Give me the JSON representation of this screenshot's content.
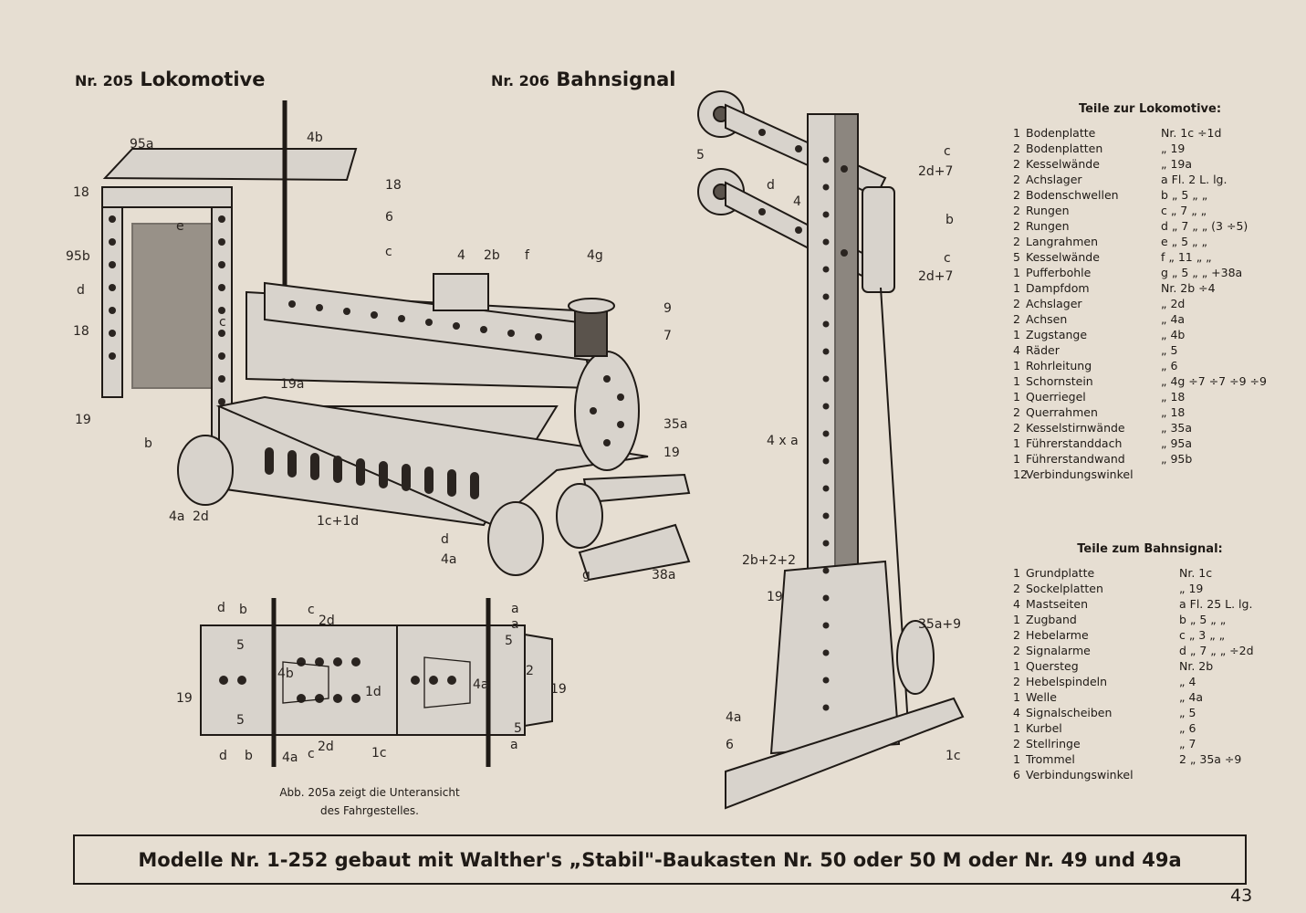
{
  "titles": {
    "loco_nr": "Nr. 205",
    "loco_name": "Lokomotive",
    "signal_nr": "Nr. 206",
    "signal_name": "Bahnsignal"
  },
  "loco_labels": [
    "95a",
    "4b",
    "18",
    "18",
    "6",
    "c",
    "95b",
    "e",
    "d",
    "18",
    "c",
    "19a",
    "4",
    "2b",
    "f",
    "4g",
    "9",
    "7",
    "19",
    "b",
    "35a",
    "19",
    "4a",
    "2d",
    "1c+1d",
    "d",
    "4a",
    "g",
    "38a"
  ],
  "underside_labels": [
    "d",
    "b",
    "c",
    "2d",
    "a",
    "5",
    "5",
    "4b",
    "1d",
    "2",
    "4a",
    "19",
    "19",
    "5",
    "d",
    "b",
    "4a",
    "c",
    "2d",
    "1c",
    "a",
    "5",
    "a"
  ],
  "signal_labels": [
    "5",
    "d",
    "4",
    "c",
    "2d+7",
    "b",
    "c",
    "2d+7",
    "4 x a",
    "2b+2+2",
    "19",
    "35a+9",
    "4a",
    "6",
    "1c"
  ],
  "caption": {
    "line1": "Abb. 205a zeigt die Unteransicht",
    "line2": "des Fahrgestelles."
  },
  "loco_parts": {
    "heading": "Teile zur Lokomotive:",
    "rows": [
      {
        "qty": "1",
        "name": "Bodenplatte",
        "spec": "Nr. 1c ÷1d"
      },
      {
        "qty": "2",
        "name": "Bodenplatten",
        "spec": "„ 19"
      },
      {
        "qty": "2",
        "name": "Kesselwände",
        "spec": "„ 19a"
      },
      {
        "qty": "2",
        "name": "Achslager",
        "spec": "a Fl. 2 L. lg."
      },
      {
        "qty": "2",
        "name": "Bodenschwellen",
        "spec": "b „ 5 „ „"
      },
      {
        "qty": "2",
        "name": "Rungen",
        "spec": "c „ 7 „ „"
      },
      {
        "qty": "2",
        "name": "Rungen",
        "spec": "d „ 7 „ „ (3 ÷5)"
      },
      {
        "qty": "2",
        "name": "Langrahmen",
        "spec": "e „ 5 „ „"
      },
      {
        "qty": "5",
        "name": "Kesselwände",
        "spec": "f „ 11 „ „"
      },
      {
        "qty": "1",
        "name": "Pufferbohle",
        "spec": "g „ 5 „ „ +38a"
      },
      {
        "qty": "1",
        "name": "Dampfdom",
        "spec": "Nr. 2b ÷4"
      },
      {
        "qty": "2",
        "name": "Achslager",
        "spec": "„ 2d"
      },
      {
        "qty": "2",
        "name": "Achsen",
        "spec": "„ 4a"
      },
      {
        "qty": "1",
        "name": "Zugstange",
        "spec": "„ 4b"
      },
      {
        "qty": "4",
        "name": "Räder",
        "spec": "„ 5"
      },
      {
        "qty": "1",
        "name": "Rohrleitung",
        "spec": "„ 6"
      },
      {
        "qty": "1",
        "name": "Schornstein",
        "spec": "„ 4g ÷7 ÷7 ÷9 ÷9"
      },
      {
        "qty": "1",
        "name": "Querriegel",
        "spec": "„ 18"
      },
      {
        "qty": "2",
        "name": "Querrahmen",
        "spec": "„ 18"
      },
      {
        "qty": "2",
        "name": "Kesselstirnwände",
        "spec": "„ 35a"
      },
      {
        "qty": "1",
        "name": "Führerstanddach",
        "spec": "„ 95a"
      },
      {
        "qty": "1",
        "name": "Führerstandwand",
        "spec": "„ 95b"
      },
      {
        "qty": "12",
        "name": "Verbindungswinkel",
        "spec": ""
      }
    ]
  },
  "signal_parts": {
    "heading": "Teile zum Bahnsignal:",
    "rows": [
      {
        "qty": "1",
        "name": "Grundplatte",
        "spec": "Nr. 1c"
      },
      {
        "qty": "2",
        "name": "Sockelplatten",
        "spec": "„ 19"
      },
      {
        "qty": "4",
        "name": "Mastseiten",
        "spec": "a Fl. 25 L. lg."
      },
      {
        "qty": "1",
        "name": "Zugband",
        "spec": "b „ 5 „ „"
      },
      {
        "qty": "2",
        "name": "Hebelarme",
        "spec": "c „ 3 „ „"
      },
      {
        "qty": "2",
        "name": "Signalarme",
        "spec": "d „ 7 „ „ ÷2d"
      },
      {
        "qty": "1",
        "name": "Quersteg",
        "spec": "Nr. 2b"
      },
      {
        "qty": "2",
        "name": "Hebelspindeln",
        "spec": "„ 4"
      },
      {
        "qty": "1",
        "name": "Welle",
        "spec": "„ 4a"
      },
      {
        "qty": "4",
        "name": "Signalscheiben",
        "spec": "„ 5"
      },
      {
        "qty": "1",
        "name": "Kurbel",
        "spec": "„ 6"
      },
      {
        "qty": "2",
        "name": "Stellringe",
        "spec": "„ 7"
      },
      {
        "qty": "1",
        "name": "Trommel",
        "spec": "2 „ 35a ÷9"
      },
      {
        "qty": "6",
        "name": "Verbindungswinkel",
        "spec": ""
      }
    ]
  },
  "footer": "Modelle Nr. 1-252 gebaut mit Walther's „Stabil\"-Baukasten Nr. 50 oder 50 M oder Nr. 49 und 49a",
  "page_number": "43"
}
